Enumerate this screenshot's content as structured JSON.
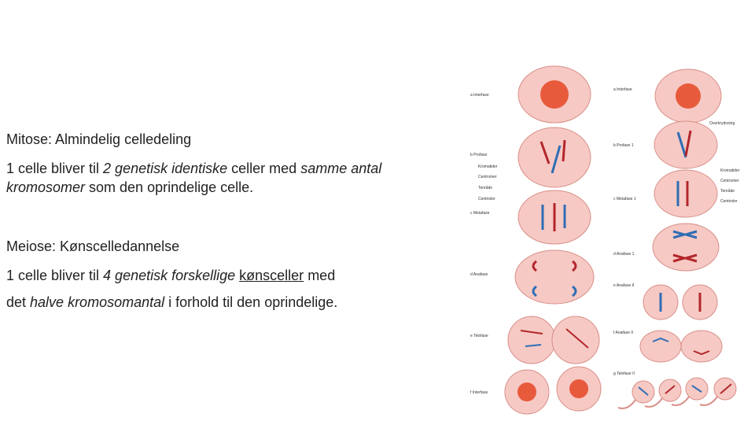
{
  "text": {
    "mitose_term": "Mitose",
    "mitose_rest": ": Almindelig celledeling",
    "mitose_desc": {
      "a": "1 celle bliver til ",
      "b": "2 genetisk identiske",
      "c": " celler med ",
      "d": "samme antal kromosomer",
      "e": " som den oprindelige celle."
    },
    "meiose_term": "Meiose",
    "meiose_rest": ": Kønscelledannelse",
    "meiose_line1": {
      "a": "1 celle bliver til ",
      "b": "4 genetisk forskellige",
      "c": " ",
      "d": "kønsceller",
      "e": " med"
    },
    "meiose_line2": {
      "a": "det ",
      "b": "halve kromosomantal",
      "c": " i forhold til den oprindelige."
    }
  },
  "figure": {
    "mitosis_labels": [
      "a Interfase",
      "b Profase",
      "c Metafase",
      "d Anafase",
      "e Telofase",
      "f Interfase"
    ],
    "mitosis_parts": [
      "Kromatider",
      "Centromer",
      "Tenråde",
      "Centrioler"
    ],
    "meiosis_labels": [
      "a Interfase",
      "b Profase 1",
      "c Metafase 1",
      "d Anafase 1",
      "e Anafase II",
      "f Anafase II",
      "g Telofase II"
    ],
    "meiosis_parts": [
      "Overkrydsning",
      "Kromatider",
      "Centromer",
      "Tenråde",
      "Centrioler"
    ],
    "colors": {
      "cell_fill": "#f6c9c4",
      "cell_stroke": "#d98f88",
      "nucleus": "#e85a3c",
      "chrom_red": "#b3262b",
      "chrom_blue": "#2f6db4"
    }
  }
}
